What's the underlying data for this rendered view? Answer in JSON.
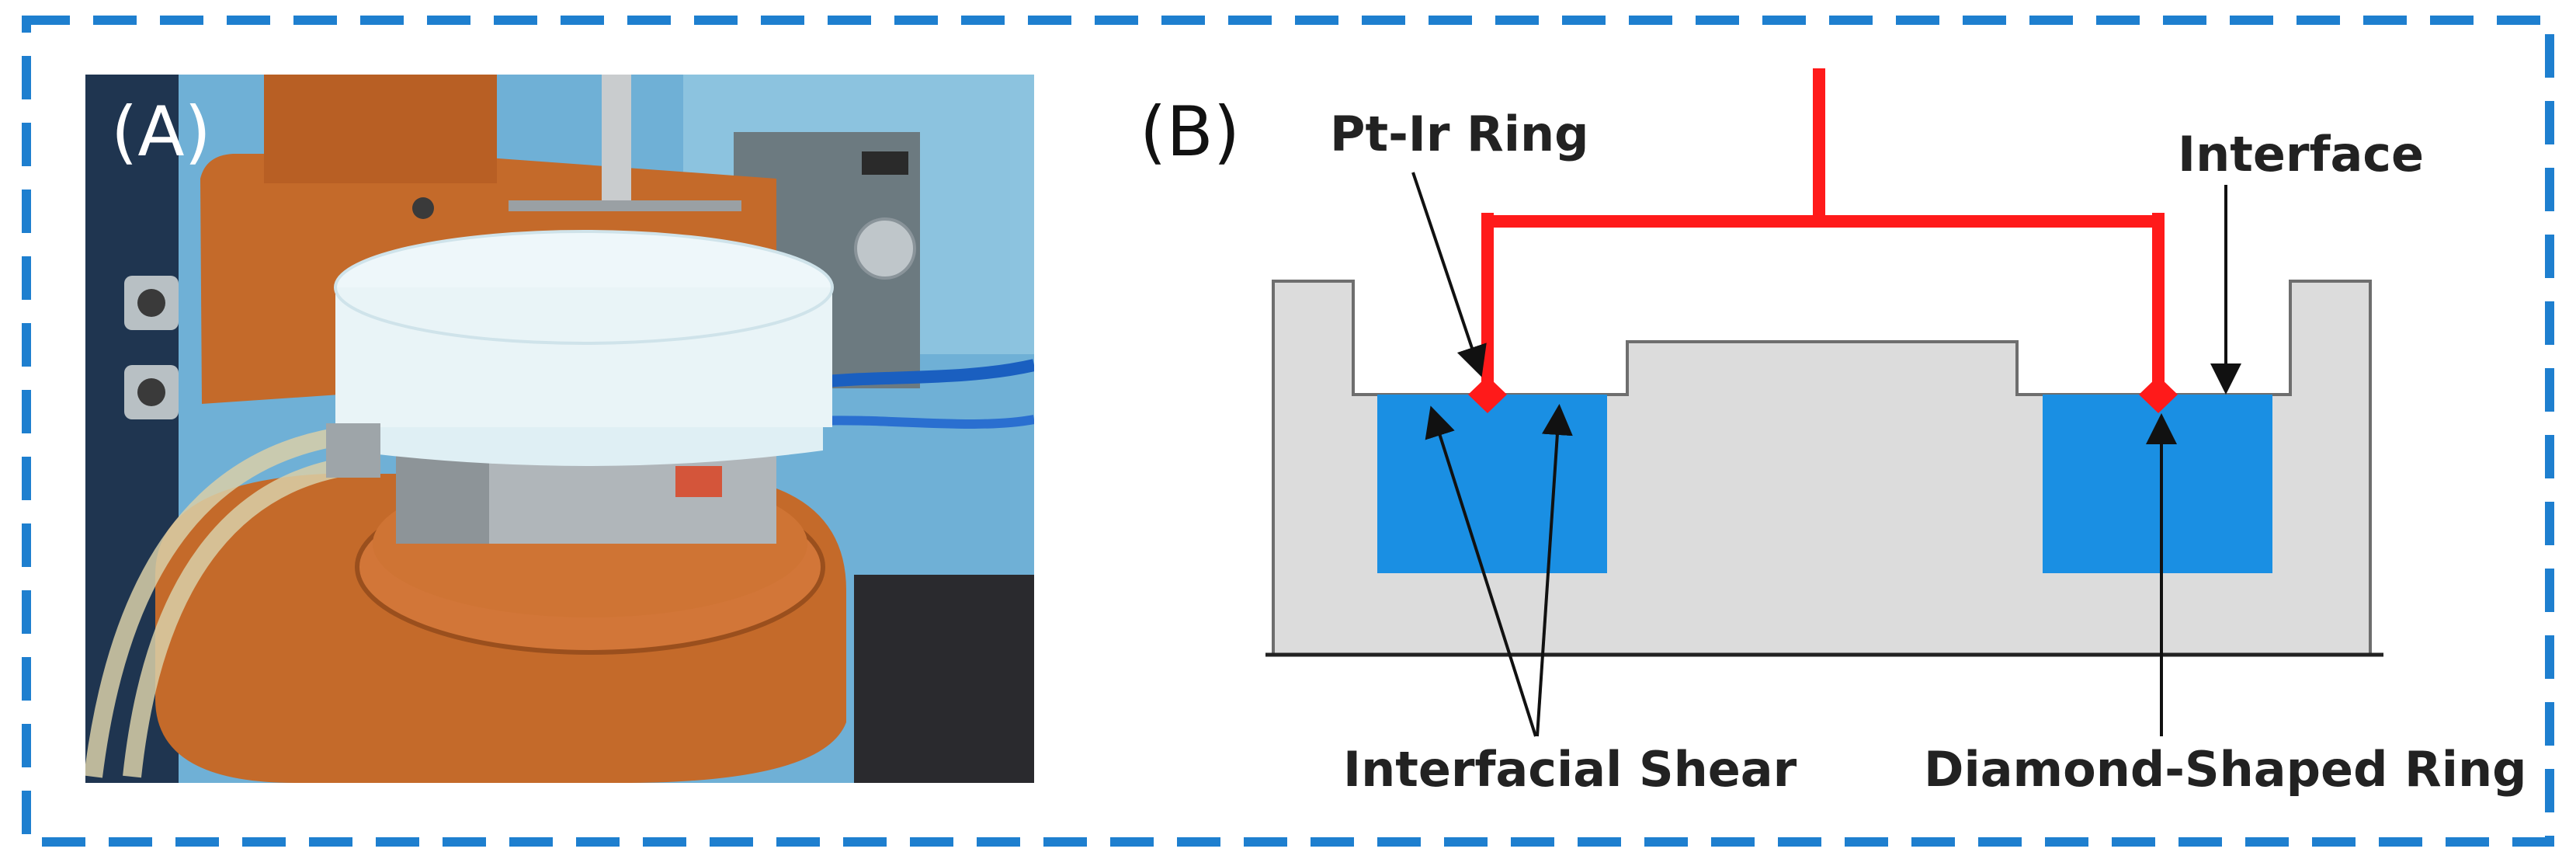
{
  "panel_a": {
    "label": "(A)",
    "content": "photo-of-interfacial-rheometer-cell"
  },
  "panel_b": {
    "label": "(B)",
    "callouts": {
      "pt_ir_ring": "Pt-Ir Ring",
      "interface": "Interface",
      "interfacial_shear": "Interfacial Shear",
      "diamond_ring": "Diamond-Shaped Ring"
    }
  },
  "colors": {
    "frame": "#1e7fcf",
    "liquid": "#1a8fe3",
    "ring": "#ff1a1a",
    "cup": "#dcdcdc",
    "cup_stroke": "#6e6e6e",
    "copper_base": "#c46a2a",
    "white_cell": "#e9f4f7",
    "background_blue": "#6fb0d6"
  }
}
